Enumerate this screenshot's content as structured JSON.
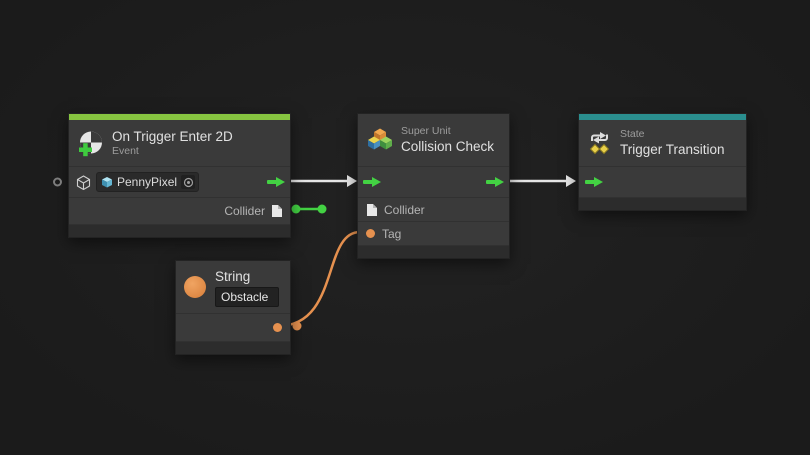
{
  "graph": {
    "nodes": {
      "on_trigger_enter_2d": {
        "title": "On Trigger Enter 2D",
        "subtitle": "Event",
        "target_label": "PennyPixel",
        "collider_label": "Collider"
      },
      "collision_check": {
        "kicker": "Super Unit",
        "title": "Collision Check",
        "collider_label": "Collider",
        "tag_label": "Tag"
      },
      "trigger_transition": {
        "kicker": "State",
        "title": "Trigger Transition"
      },
      "string": {
        "title": "String",
        "value": "Obstacle"
      }
    },
    "colors": {
      "canvas_bg": "#1e1e1e",
      "node_bg": "#3a3a3a",
      "node_footer": "#2c2c2c",
      "accent_green": "#86c440",
      "accent_teal": "#2a8e8e",
      "port_green": "#43d243",
      "value_orange": "#e6914f",
      "wire_white": "#e6e6e6",
      "text_primary": "#e0e0e0",
      "text_secondary": "#9d9d9d",
      "text_label": "#b4b4b4"
    }
  }
}
